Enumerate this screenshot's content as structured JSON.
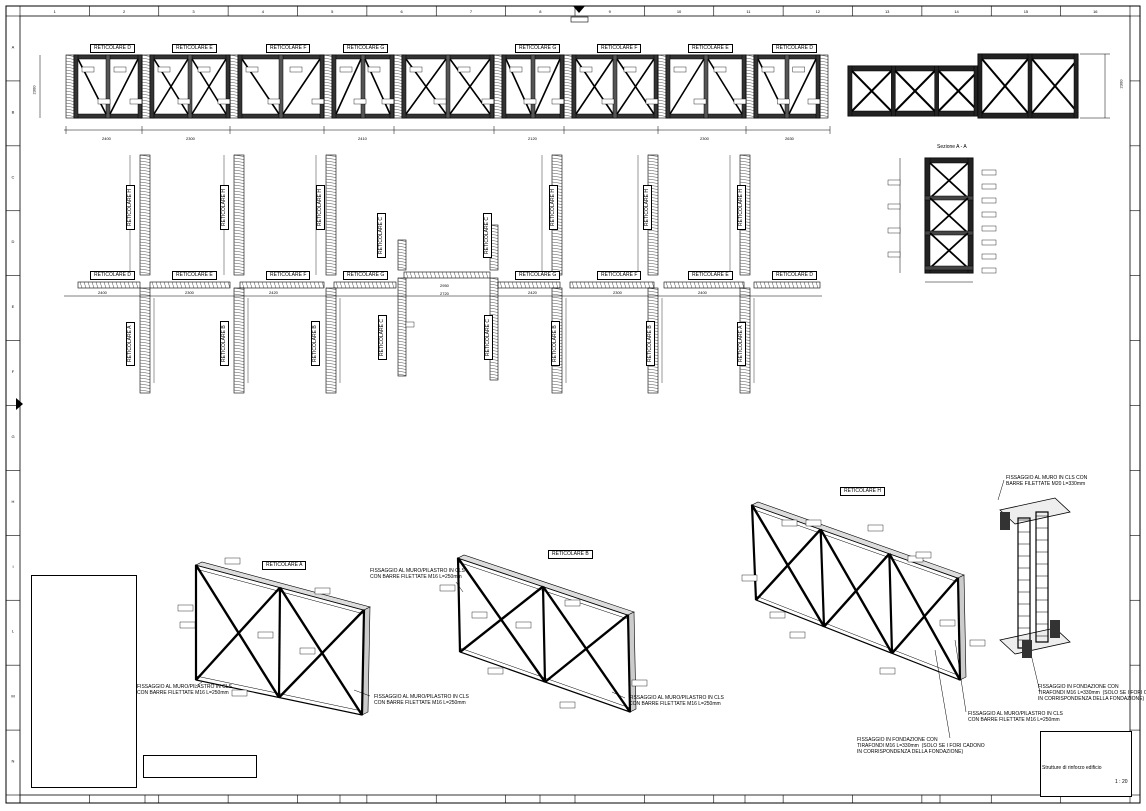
{
  "reticolari": {
    "d": "RETICOLARE D",
    "e": "RETICOLARE E",
    "f": "RETICOLARE F",
    "g": "RETICOLARE G",
    "a": "RETICOLARE A",
    "b": "RETICOLARE B",
    "c": "RETICOLARE C",
    "h": "RETICOLARE H"
  },
  "section_label": "Sezione A - A",
  "notes": {
    "fix_a": "FISSAGGIO AL MURO/PILASTRO IN CLS\nCON BARRE FILETTATE M16 L=250mm",
    "fix_b_top": "FISSAGGIO AL MURO/PILASTRO IN CLS\nCON BARRE FILETTATE M16 L=250mm",
    "fix_b_bottom": "FISSAGGIO AL MURO/PILASTRO IN CLS\nCON BARRE FILETTATE M16 L=250mm",
    "fix_h_found": "FISSAGGIO IN FONDAZIONE CON\nTIRAFONDI M16 L=330mm  (SOLO SE I FORI CADONO\nIN CORRISPONDENZA DELLA FONDAZIONE)",
    "fix_h_wall": "FISSAGGIO AL MURO/PILASTRO IN CLS\nCON BARRE FILETTATE M16 L=250mm",
    "fix_found_right": "FISSAGGIO IN FONDAZIONE CON\nTIRAFONDI M16 L=330mm  (SOLO SE I FORI CADONO\nIN CORRISPONDENZA DELLA FONDAZIONE)",
    "fix_wall_right": "FISSAGGIO AL MURO IN CLS CON\nBARRE FILETTATE M20 L=330mm"
  },
  "dims": {
    "top": [
      "2400",
      "2300",
      "2410",
      "2120",
      "2300",
      "2630"
    ],
    "plan": [
      "2400",
      "2300",
      "2420",
      "2950",
      "2420",
      "2300",
      "2400"
    ],
    "height_top": "2300",
    "height_right": "2300",
    "plan_mid": "2720"
  },
  "title_block": {
    "title": "Strutture di rinforzo edificio",
    "scale": "1 : 20"
  },
  "grid_cols": [
    "1",
    "2",
    "3",
    "4",
    "5",
    "6",
    "7",
    "8",
    "9",
    "10",
    "11",
    "12",
    "13",
    "14",
    "15",
    "16"
  ],
  "grid_rows": [
    "A",
    "B",
    "C",
    "D",
    "E",
    "F",
    "G",
    "H",
    "I",
    "L",
    "M",
    "N"
  ]
}
